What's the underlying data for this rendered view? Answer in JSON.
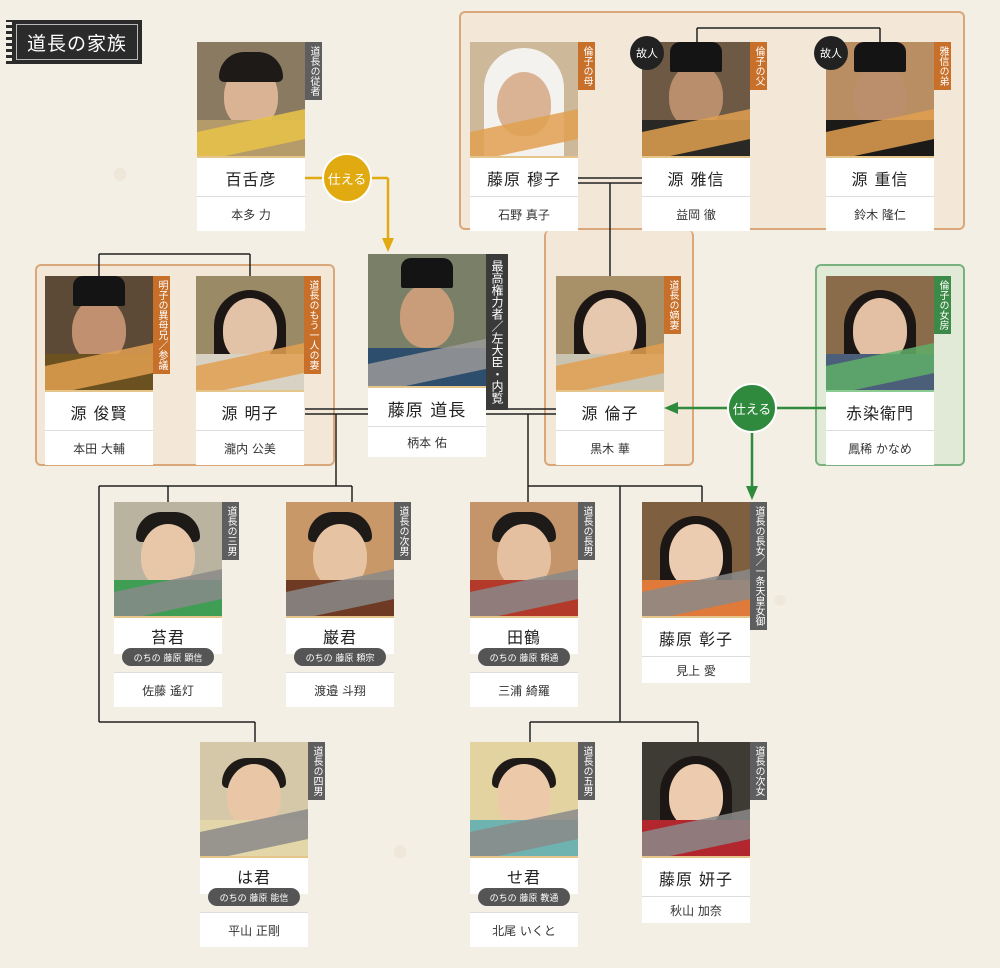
{
  "title": "道長の家族",
  "serve_label": "仕える",
  "deceased_label": "故人",
  "later_prefix": "のちの",
  "people": {
    "momozehiko": {
      "name": "百舌彦",
      "actor": "本多 力",
      "role": "道長の従者"
    },
    "mutsuko": {
      "name": "藤原 穆子",
      "actor": "石野 真子",
      "role": "倫子の母"
    },
    "masanobu": {
      "name": "源 雅信",
      "actor": "益岡 徹",
      "role": "倫子の父"
    },
    "shigenobu": {
      "name": "源 重信",
      "actor": "鈴木 隆仁",
      "role": "雅信の弟"
    },
    "toshikata": {
      "name": "源 俊賢",
      "actor": "本田 大輔",
      "role": "明子の異母兄／参議"
    },
    "akiko": {
      "name": "源 明子",
      "actor": "瀧内 公美",
      "role": "道長のもう一人の妻"
    },
    "michinaga": {
      "name": "藤原 道長",
      "actor": "柄本 佑",
      "role": "最高権力者／左大臣・内覧"
    },
    "rinshi": {
      "name": "源 倫子",
      "actor": "黒木 華",
      "role": "道長の嫡妻"
    },
    "akazome": {
      "name": "赤染衛門",
      "actor": "鳳稀 かなめ",
      "role": "倫子の女房"
    },
    "kokimi": {
      "name": "苔君",
      "later": "藤原 顕信",
      "actor": "佐藤 遙灯",
      "role": "道長の三男"
    },
    "iwakimi": {
      "name": "巌君",
      "later": "藤原 頼宗",
      "actor": "渡邉 斗翔",
      "role": "道長の次男"
    },
    "tazu": {
      "name": "田鶴",
      "later": "藤原 頼通",
      "actor": "三浦 綺羅",
      "role": "道長の長男"
    },
    "shoshi": {
      "name": "藤原 彰子",
      "actor": "見上 愛",
      "role": "道長の長女／一条天皇女御"
    },
    "hakimi": {
      "name": "は君",
      "later": "藤原 能信",
      "actor": "平山 正剛",
      "role": "道長の四男"
    },
    "sekimi": {
      "name": "せ君",
      "later": "藤原 教通",
      "actor": "北尾 いくと",
      "role": "道長の五男"
    },
    "kenshi": {
      "name": "藤原 妍子",
      "actor": "秋山 加奈",
      "role": "道長の次女"
    }
  },
  "colors": {
    "orange_accent": "#c8702a",
    "green_accent": "#3c8a47",
    "gold": "#e1aa10",
    "dark": "#2b2b2b"
  }
}
